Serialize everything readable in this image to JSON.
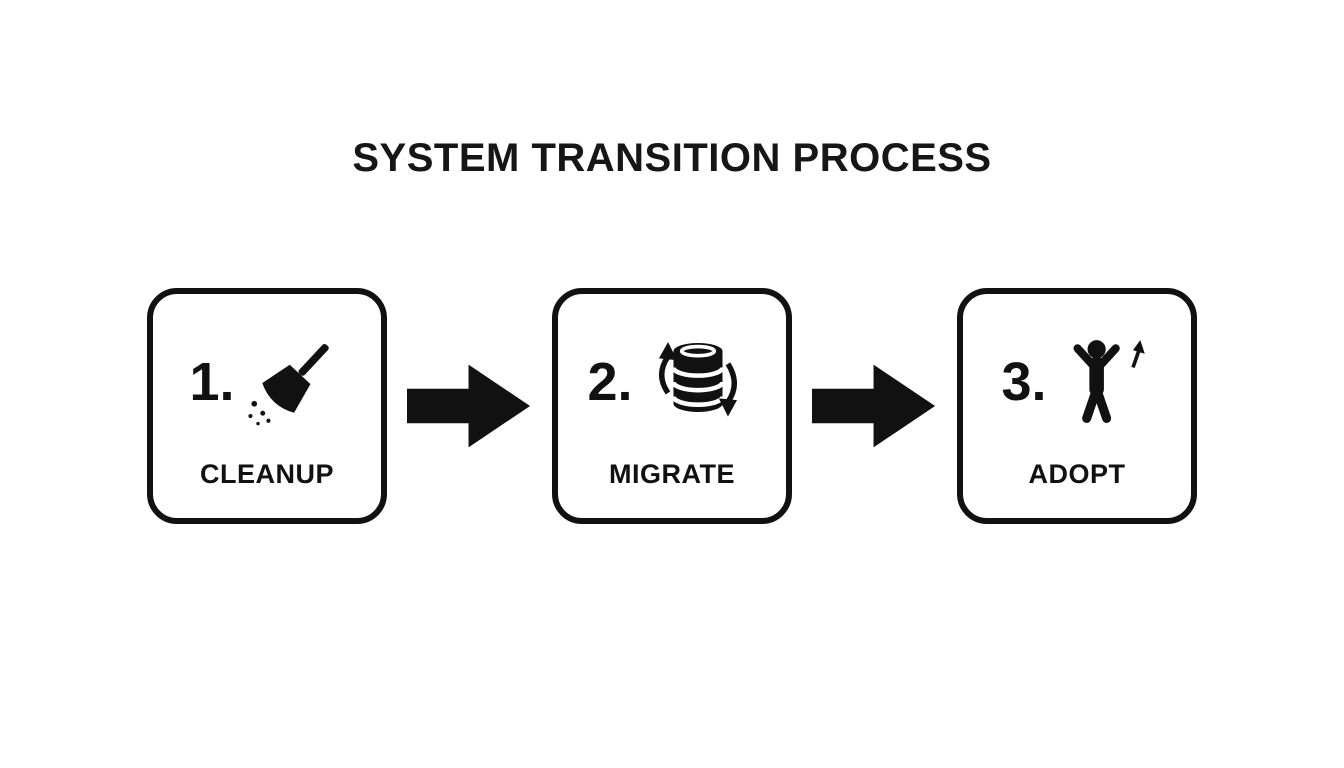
{
  "title": "SYSTEM TRANSITION PROCESS",
  "steps": [
    {
      "number": "1.",
      "label": "CLEANUP",
      "icon": "broom-icon"
    },
    {
      "number": "2.",
      "label": "MIGRATE",
      "icon": "database-sync-icon"
    },
    {
      "number": "3.",
      "label": "ADOPT",
      "icon": "person-arms-raised-icon"
    }
  ],
  "connectors": [
    {
      "icon": "arrow-right-icon"
    },
    {
      "icon": "arrow-right-icon"
    }
  ],
  "colors": {
    "foreground": "#111111",
    "background": "#ffffff"
  }
}
